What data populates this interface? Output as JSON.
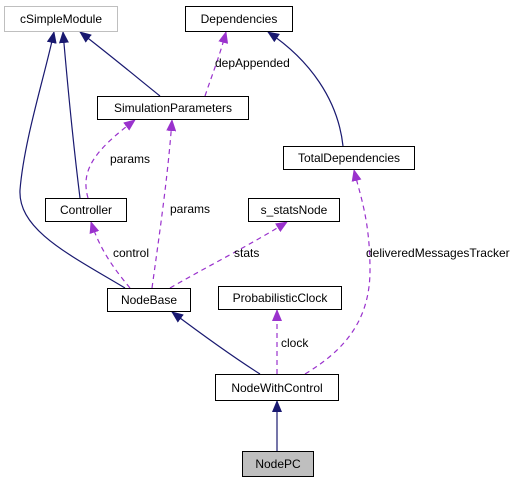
{
  "nodes": {
    "csimplemodule": "cSimpleModule",
    "dependencies": "Dependencies",
    "simulationparameters": "SimulationParameters",
    "totaldependencies": "TotalDependencies",
    "controller": "Controller",
    "s_statsnode": "s_statsNode",
    "nodebase": "NodeBase",
    "probabilisticclock": "ProbabilisticClock",
    "nodewithcontrol": "NodeWithControl",
    "nodepc": "NodePC"
  },
  "edge_labels": {
    "depappended": "depAppended",
    "params_controller": "params",
    "params_nodebase": "params",
    "control": "control",
    "stats": "stats",
    "deliveredmessagestracker": "deliveredMessagesTracker",
    "clock": "clock"
  },
  "colors": {
    "inheritance": "#191970",
    "usage": "#9a32cd",
    "node_border": "#000000",
    "external_border": "#bfbfbf",
    "current_fill": "#bfbfbf"
  }
}
